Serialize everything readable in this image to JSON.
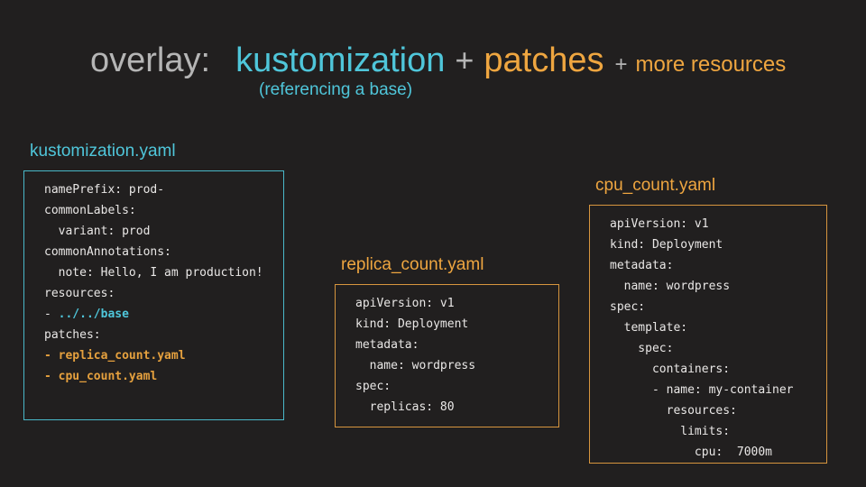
{
  "title": {
    "overlay": "overlay:",
    "kustomization": "kustomization",
    "plus": "+",
    "patches": "patches",
    "more_resources": "more resources",
    "subtitle": "(referencing a base)"
  },
  "colors": {
    "background": "#211f1f",
    "cyan": "#4fc6da",
    "orange": "#efa640",
    "title_gray": "#b5b5b5",
    "code_text": "#e9e7e6",
    "border_cyan": "#49b8c9",
    "border_orange": "#d6953e",
    "code_orange": "#e6a13e"
  },
  "files": [
    {
      "label": "kustomization.yaml",
      "accent": "cyan",
      "code": [
        [
          {
            "t": "namePrefix: prod-"
          }
        ],
        [
          {
            "t": "commonLabels:"
          }
        ],
        [
          {
            "t": "  variant: prod"
          }
        ],
        [
          {
            "t": "commonAnnotations:"
          }
        ],
        [
          {
            "t": "  note: Hello, I am production!"
          }
        ],
        [
          {
            "t": "resources:"
          }
        ],
        [
          {
            "t": "- "
          },
          {
            "t": "../../base",
            "c": "cyan",
            "b": true
          }
        ],
        [
          {
            "t": "patches:"
          }
        ],
        [
          {
            "t": "- replica_count.yaml",
            "c": "orange",
            "b": true
          }
        ],
        [
          {
            "t": "- cpu_count.yaml",
            "c": "orange",
            "b": true
          }
        ]
      ]
    },
    {
      "label": "replica_count.yaml",
      "accent": "orange",
      "code": [
        [
          {
            "t": "apiVersion: v1"
          }
        ],
        [
          {
            "t": "kind: Deployment"
          }
        ],
        [
          {
            "t": "metadata:"
          }
        ],
        [
          {
            "t": "  name: wordpress"
          }
        ],
        [
          {
            "t": "spec:"
          }
        ],
        [
          {
            "t": "  replicas: 80"
          }
        ]
      ]
    },
    {
      "label": "cpu_count.yaml",
      "accent": "orange",
      "code": [
        [
          {
            "t": "apiVersion: v1"
          }
        ],
        [
          {
            "t": "kind: Deployment"
          }
        ],
        [
          {
            "t": "metadata:"
          }
        ],
        [
          {
            "t": "  name: wordpress"
          }
        ],
        [
          {
            "t": "spec:"
          }
        ],
        [
          {
            "t": "  template:"
          }
        ],
        [
          {
            "t": "    spec:"
          }
        ],
        [
          {
            "t": "      containers:"
          }
        ],
        [
          {
            "t": "      - name: my-container"
          }
        ],
        [
          {
            "t": "        resources:"
          }
        ],
        [
          {
            "t": "          limits:"
          }
        ],
        [
          {
            "t": "            cpu:  7000m"
          }
        ]
      ]
    }
  ]
}
